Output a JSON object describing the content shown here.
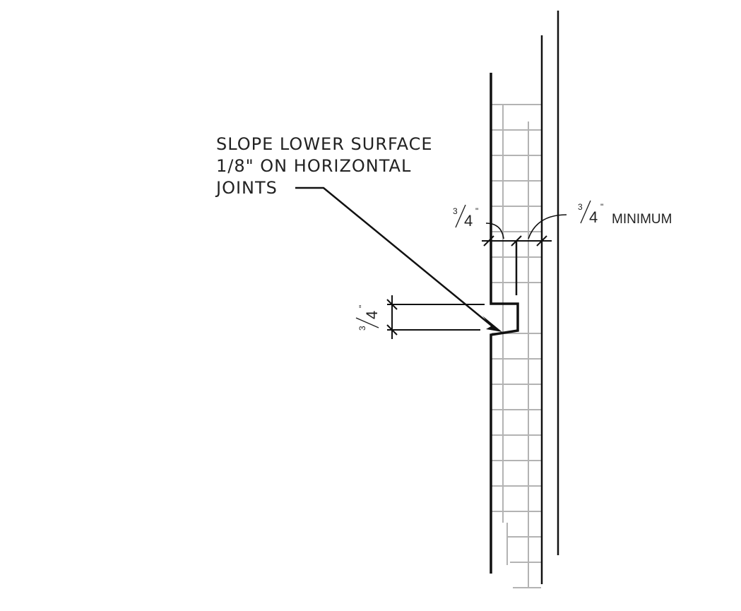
{
  "note": {
    "lines": [
      "SLOPE LOWER SURFACE",
      "1/8\" ON HORIZONTAL",
      "JOINTS"
    ]
  },
  "dimensions": {
    "left_top": {
      "num": "3",
      "den": "4",
      "mark": "\""
    },
    "right_top": {
      "num": "3",
      "den": "4",
      "mark": "\"",
      "label": "MINIMUM"
    },
    "vertical": {
      "num": "3",
      "den": "4",
      "mark": "\""
    }
  },
  "colors": {
    "line": "#111111",
    "grid": "#b3b3b3"
  }
}
